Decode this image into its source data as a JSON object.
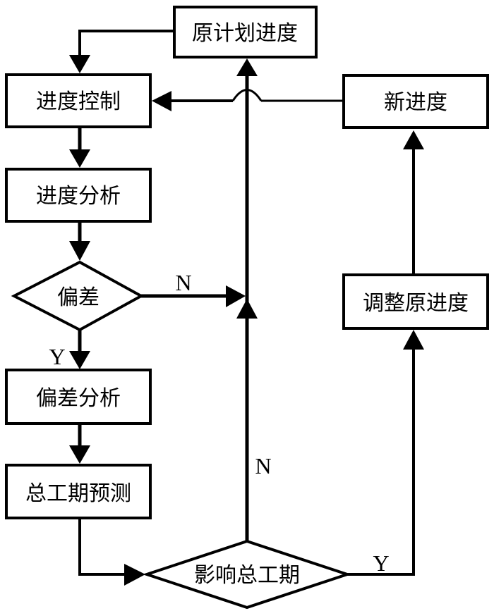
{
  "diagram": {
    "type": "flowchart",
    "nodes": {
      "original_plan": {
        "label": "原计划进度",
        "shape": "rectangle"
      },
      "progress_control": {
        "label": "进度控制",
        "shape": "rectangle"
      },
      "progress_analysis": {
        "label": "进度分析",
        "shape": "rectangle"
      },
      "deviation": {
        "label": "偏差",
        "shape": "diamond"
      },
      "deviation_analysis": {
        "label": "偏差分析",
        "shape": "rectangle"
      },
      "total_duration_forecast": {
        "label": "总工期预测",
        "shape": "rectangle"
      },
      "affects_total_duration": {
        "label": "影响总工期",
        "shape": "diamond"
      },
      "adjust_original": {
        "label": "调整原进度",
        "shape": "rectangle"
      },
      "new_progress": {
        "label": "新进度",
        "shape": "rectangle"
      }
    },
    "edge_labels": {
      "deviation_no": "N",
      "deviation_yes": "Y",
      "affects_no": "N",
      "affects_yes": "Y"
    },
    "edges": [
      {
        "from": "original_plan",
        "to": "progress_control"
      },
      {
        "from": "progress_control",
        "to": "progress_analysis"
      },
      {
        "from": "progress_analysis",
        "to": "deviation"
      },
      {
        "from": "deviation",
        "to": "deviation_analysis",
        "label": "Y"
      },
      {
        "from": "deviation",
        "to": "original_plan",
        "label": "N"
      },
      {
        "from": "deviation_analysis",
        "to": "total_duration_forecast"
      },
      {
        "from": "total_duration_forecast",
        "to": "affects_total_duration"
      },
      {
        "from": "affects_total_duration",
        "to": "original_plan",
        "label": "N"
      },
      {
        "from": "affects_total_duration",
        "to": "adjust_original",
        "label": "Y"
      },
      {
        "from": "adjust_original",
        "to": "new_progress"
      },
      {
        "from": "new_progress",
        "to": "progress_control"
      }
    ]
  }
}
